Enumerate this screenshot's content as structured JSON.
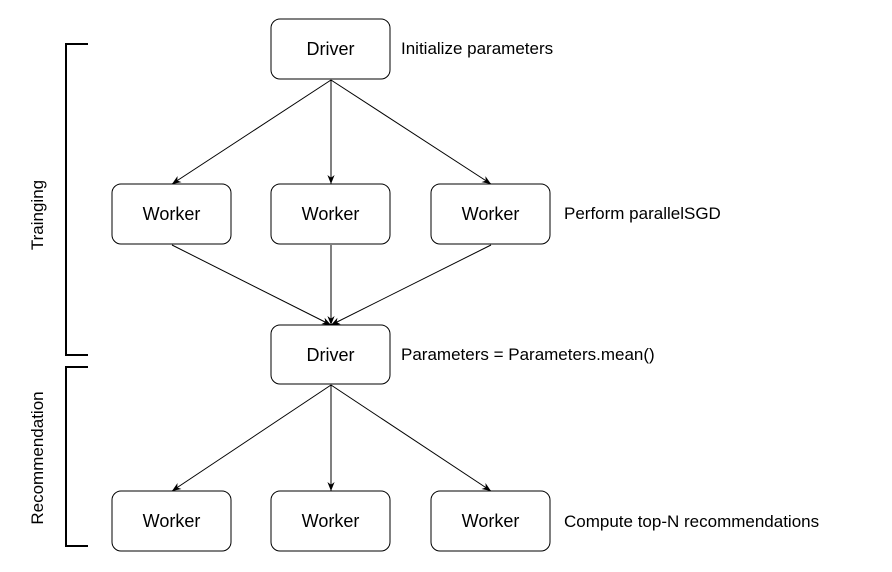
{
  "nodes": {
    "driver_top": "Driver",
    "driver_mid": "Driver",
    "workers_train": [
      "Worker",
      "Worker",
      "Worker"
    ],
    "workers_rec": [
      "Worker",
      "Worker",
      "Worker"
    ]
  },
  "annotations": {
    "initialize": "Initialize parameters",
    "perform": "Perform parallelSGD",
    "average": "Parameters = Parameters.mean()",
    "compute": "Compute top-N recommendations"
  },
  "phases": {
    "training": "Trainging",
    "recommendation": "Recommendation"
  }
}
